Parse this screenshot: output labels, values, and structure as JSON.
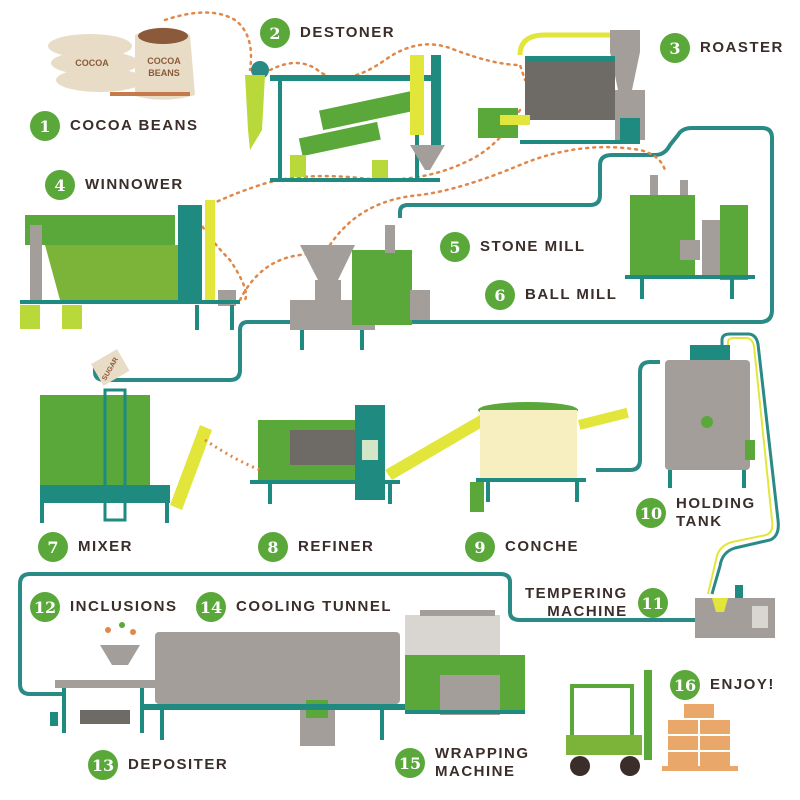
{
  "steps": [
    {
      "num": "1",
      "label": "COCOA BEANS"
    },
    {
      "num": "2",
      "label": "DESTONER"
    },
    {
      "num": "3",
      "label": "ROASTER"
    },
    {
      "num": "4",
      "label": "WINNOWER"
    },
    {
      "num": "5",
      "label": "STONE MILL"
    },
    {
      "num": "6",
      "label": "BALL MILL"
    },
    {
      "num": "7",
      "label": "MIXER"
    },
    {
      "num": "8",
      "label": "REFINER"
    },
    {
      "num": "9",
      "label": "CONCHE"
    },
    {
      "num": "10",
      "label_line1": "HOLDING",
      "label_line2": "TANK"
    },
    {
      "num": "11",
      "label_line1": "TEMPERING",
      "label_line2": "MACHINE"
    },
    {
      "num": "12",
      "label": "INCLUSIONS"
    },
    {
      "num": "13",
      "label": "DEPOSITER"
    },
    {
      "num": "14",
      "label": "COOLING TUNNEL"
    },
    {
      "num": "15",
      "label_line1": "WRAPPING",
      "label_line2": "MACHINE"
    },
    {
      "num": "16",
      "label": "ENJOY!"
    }
  ],
  "bag_text": {
    "line1": "COCOA",
    "line2": "BEANS"
  },
  "sugar_text": "SUGAR",
  "colors": {
    "badge": "#5aa83a",
    "label": "#3a2d2a",
    "pipe": "#2a8a86",
    "machine_green": "#5aa83a",
    "machine_lime": "#b9d93a",
    "machine_yellow": "#e2e63a",
    "machine_gray": "#a39e9a",
    "frame_teal": "#1f8a80",
    "bean_trail": "#e0874a",
    "cream": "#f7efc0",
    "crate": "#e9a86a"
  }
}
